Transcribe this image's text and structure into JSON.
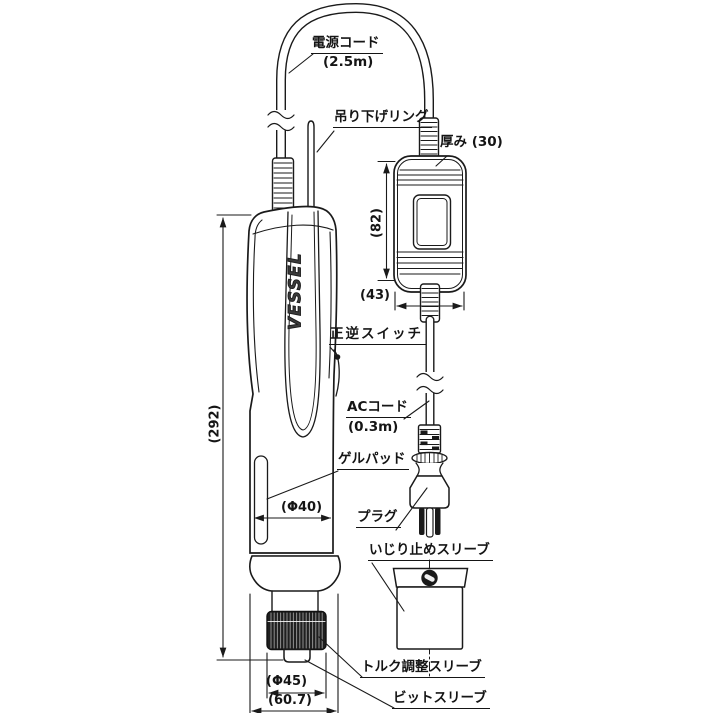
{
  "diagram": {
    "logo": "VESSEL",
    "labels": {
      "power_cord": {
        "text": "電源コード",
        "length": "(2.5m)"
      },
      "hang_ring": {
        "text": "吊り下げリング"
      },
      "thickness": {
        "text": "厚み (30)"
      },
      "fwd_rev_switch": {
        "text": "正逆スイッチ"
      },
      "ac_cord": {
        "text": "ACコード",
        "length": "(0.3m)"
      },
      "gel_pad": {
        "text": "ゲルパッド"
      },
      "plug": {
        "text": "プラグ"
      },
      "tamper_sleeve": {
        "text": "いじり止めスリーブ"
      },
      "torque_sleeve": {
        "text": "トルク調整スリーブ"
      },
      "bit_sleeve": {
        "text": "ビットスリーブ"
      }
    },
    "dimensions": {
      "overall_length": "(292)",
      "grip_diameter": "(Φ40)",
      "sleeve_diameter": "(Φ45)",
      "base_width": "(60.7)",
      "controller_length": "(82)",
      "controller_width": "(43)"
    },
    "colors": {
      "line": "#1a1a1a",
      "background": "#ffffff"
    }
  }
}
